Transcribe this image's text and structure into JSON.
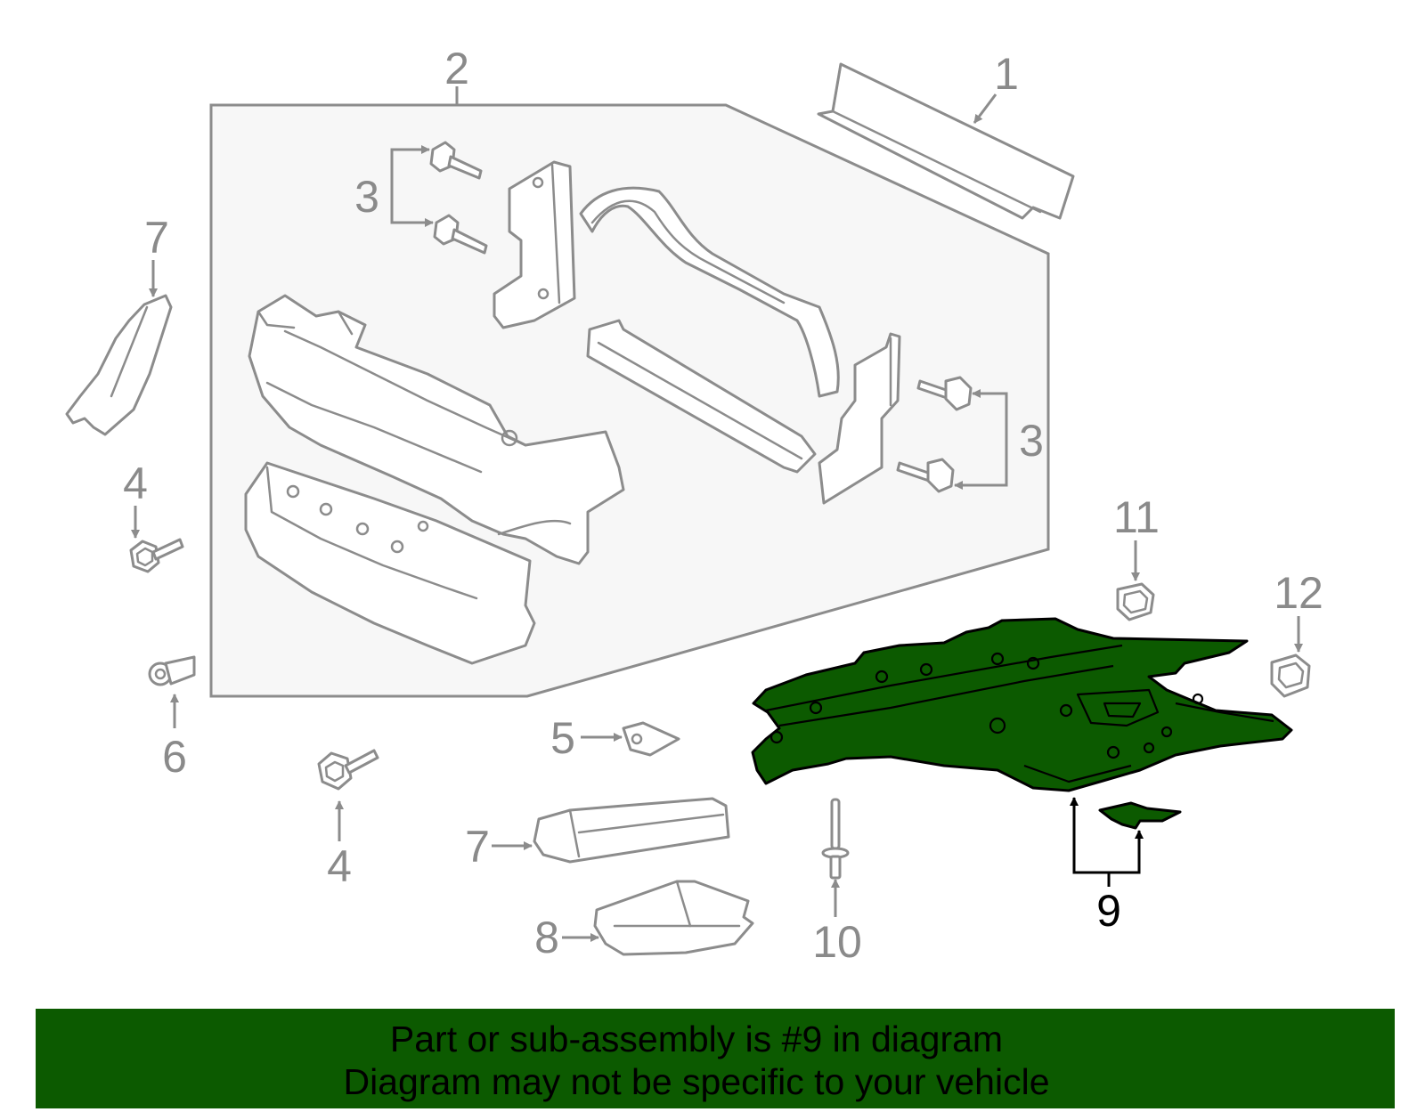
{
  "callouts": {
    "c1": "1",
    "c2": "2",
    "c3a": "3",
    "c3b": "3",
    "c4a": "4",
    "c4b": "4",
    "c5": "5",
    "c6": "6",
    "c7a": "7",
    "c7b": "7",
    "c8": "8",
    "c9": "9",
    "c10": "10",
    "c11": "11",
    "c12": "12"
  },
  "footer": {
    "line1": "Part or sub-assembly is #9 in diagram",
    "line2": "Diagram may not be specific to your vehicle"
  },
  "colors": {
    "highlight": "#0c5a00",
    "line_gray": "#8c8c8c",
    "panel_fill": "#f7f7f7"
  }
}
